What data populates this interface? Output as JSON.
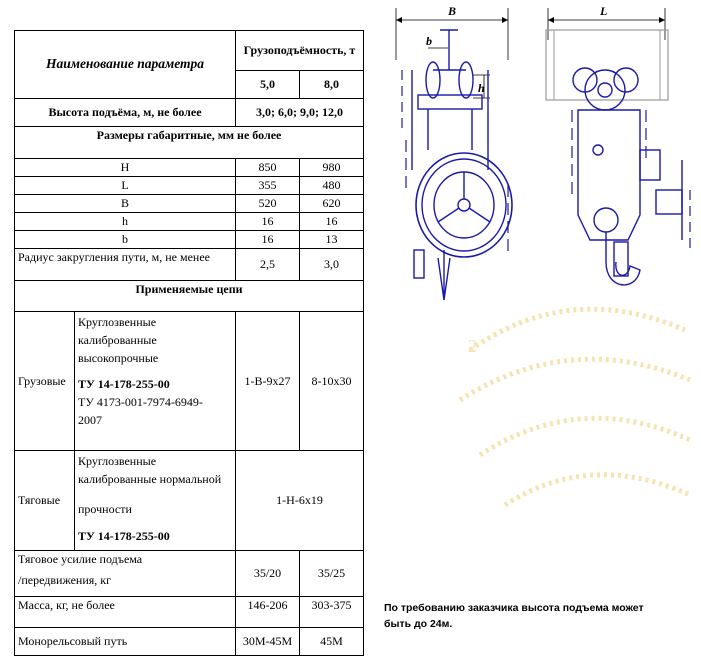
{
  "table": {
    "param_header": "Наименование параметра",
    "capacity_header": "Грузоподъёмность, т",
    "capacities": [
      "5,0",
      "8,0"
    ],
    "lift_height": {
      "label": "Высота подъёма, м, не более",
      "value": "3,0;  6,0;  9,0;  12,0"
    },
    "dimensions_header": "Размеры габаритные, мм  не более",
    "dimensions": [
      {
        "label": "H",
        "v1": "850",
        "v2": "980"
      },
      {
        "label": "L",
        "v1": "355",
        "v2": "480"
      },
      {
        "label": "B",
        "v1": "520",
        "v2": "620"
      },
      {
        "label": "h",
        "v1": "16",
        "v2": "16"
      },
      {
        "label": "b",
        "v1": "16",
        "v2": "13"
      }
    ],
    "radius": {
      "label": "Радиус закругления пути, м, не менее",
      "v1": "2,5",
      "v2": "3,0"
    },
    "chains_header": "Применяемые цепи",
    "load_chain": {
      "label": "Грузовые",
      "desc_lines": [
        "Круглозвенные",
        "калиброванные",
        "высокопрочные"
      ],
      "std1": "ТУ 14-178-255-00",
      "std2_lines": [
        "ТУ 4173-001-7974-6949-",
        "2007"
      ],
      "v1": "1-В-9х27",
      "v2": "8-10х30"
    },
    "traction_chain": {
      "label": "Тяговые",
      "desc_lines": [
        "Круглозвенные",
        "калиброванные нормальной"
      ],
      "desc_line3": "прочности",
      "std": "ТУ 14-178-255-00",
      "value": "1-Н-6х19"
    },
    "effort": {
      "label_lines": [
        "Тяговое усилие подъема",
        "/передвижения, кг"
      ],
      "v1": "35/20",
      "v2": "35/25"
    },
    "mass": {
      "label": "Масса, кг, не более",
      "v1": "146-206",
      "v2": "303-375"
    },
    "rail": {
      "label": "Монорельсовый путь",
      "v1": "30М-45М",
      "v2": "45М"
    }
  },
  "note_lines": [
    "По требованию заказчика высота подъема может",
    "быть до 24м."
  ],
  "drawing": {
    "dim_labels": {
      "B": "B",
      "L": "L",
      "b": "b",
      "h": "h"
    },
    "watermark_char": "2"
  },
  "colors": {
    "drawing_blue": "#1a1aa8",
    "watermark": "#f5e3b0",
    "grey_wall": "#9a9a9a"
  }
}
